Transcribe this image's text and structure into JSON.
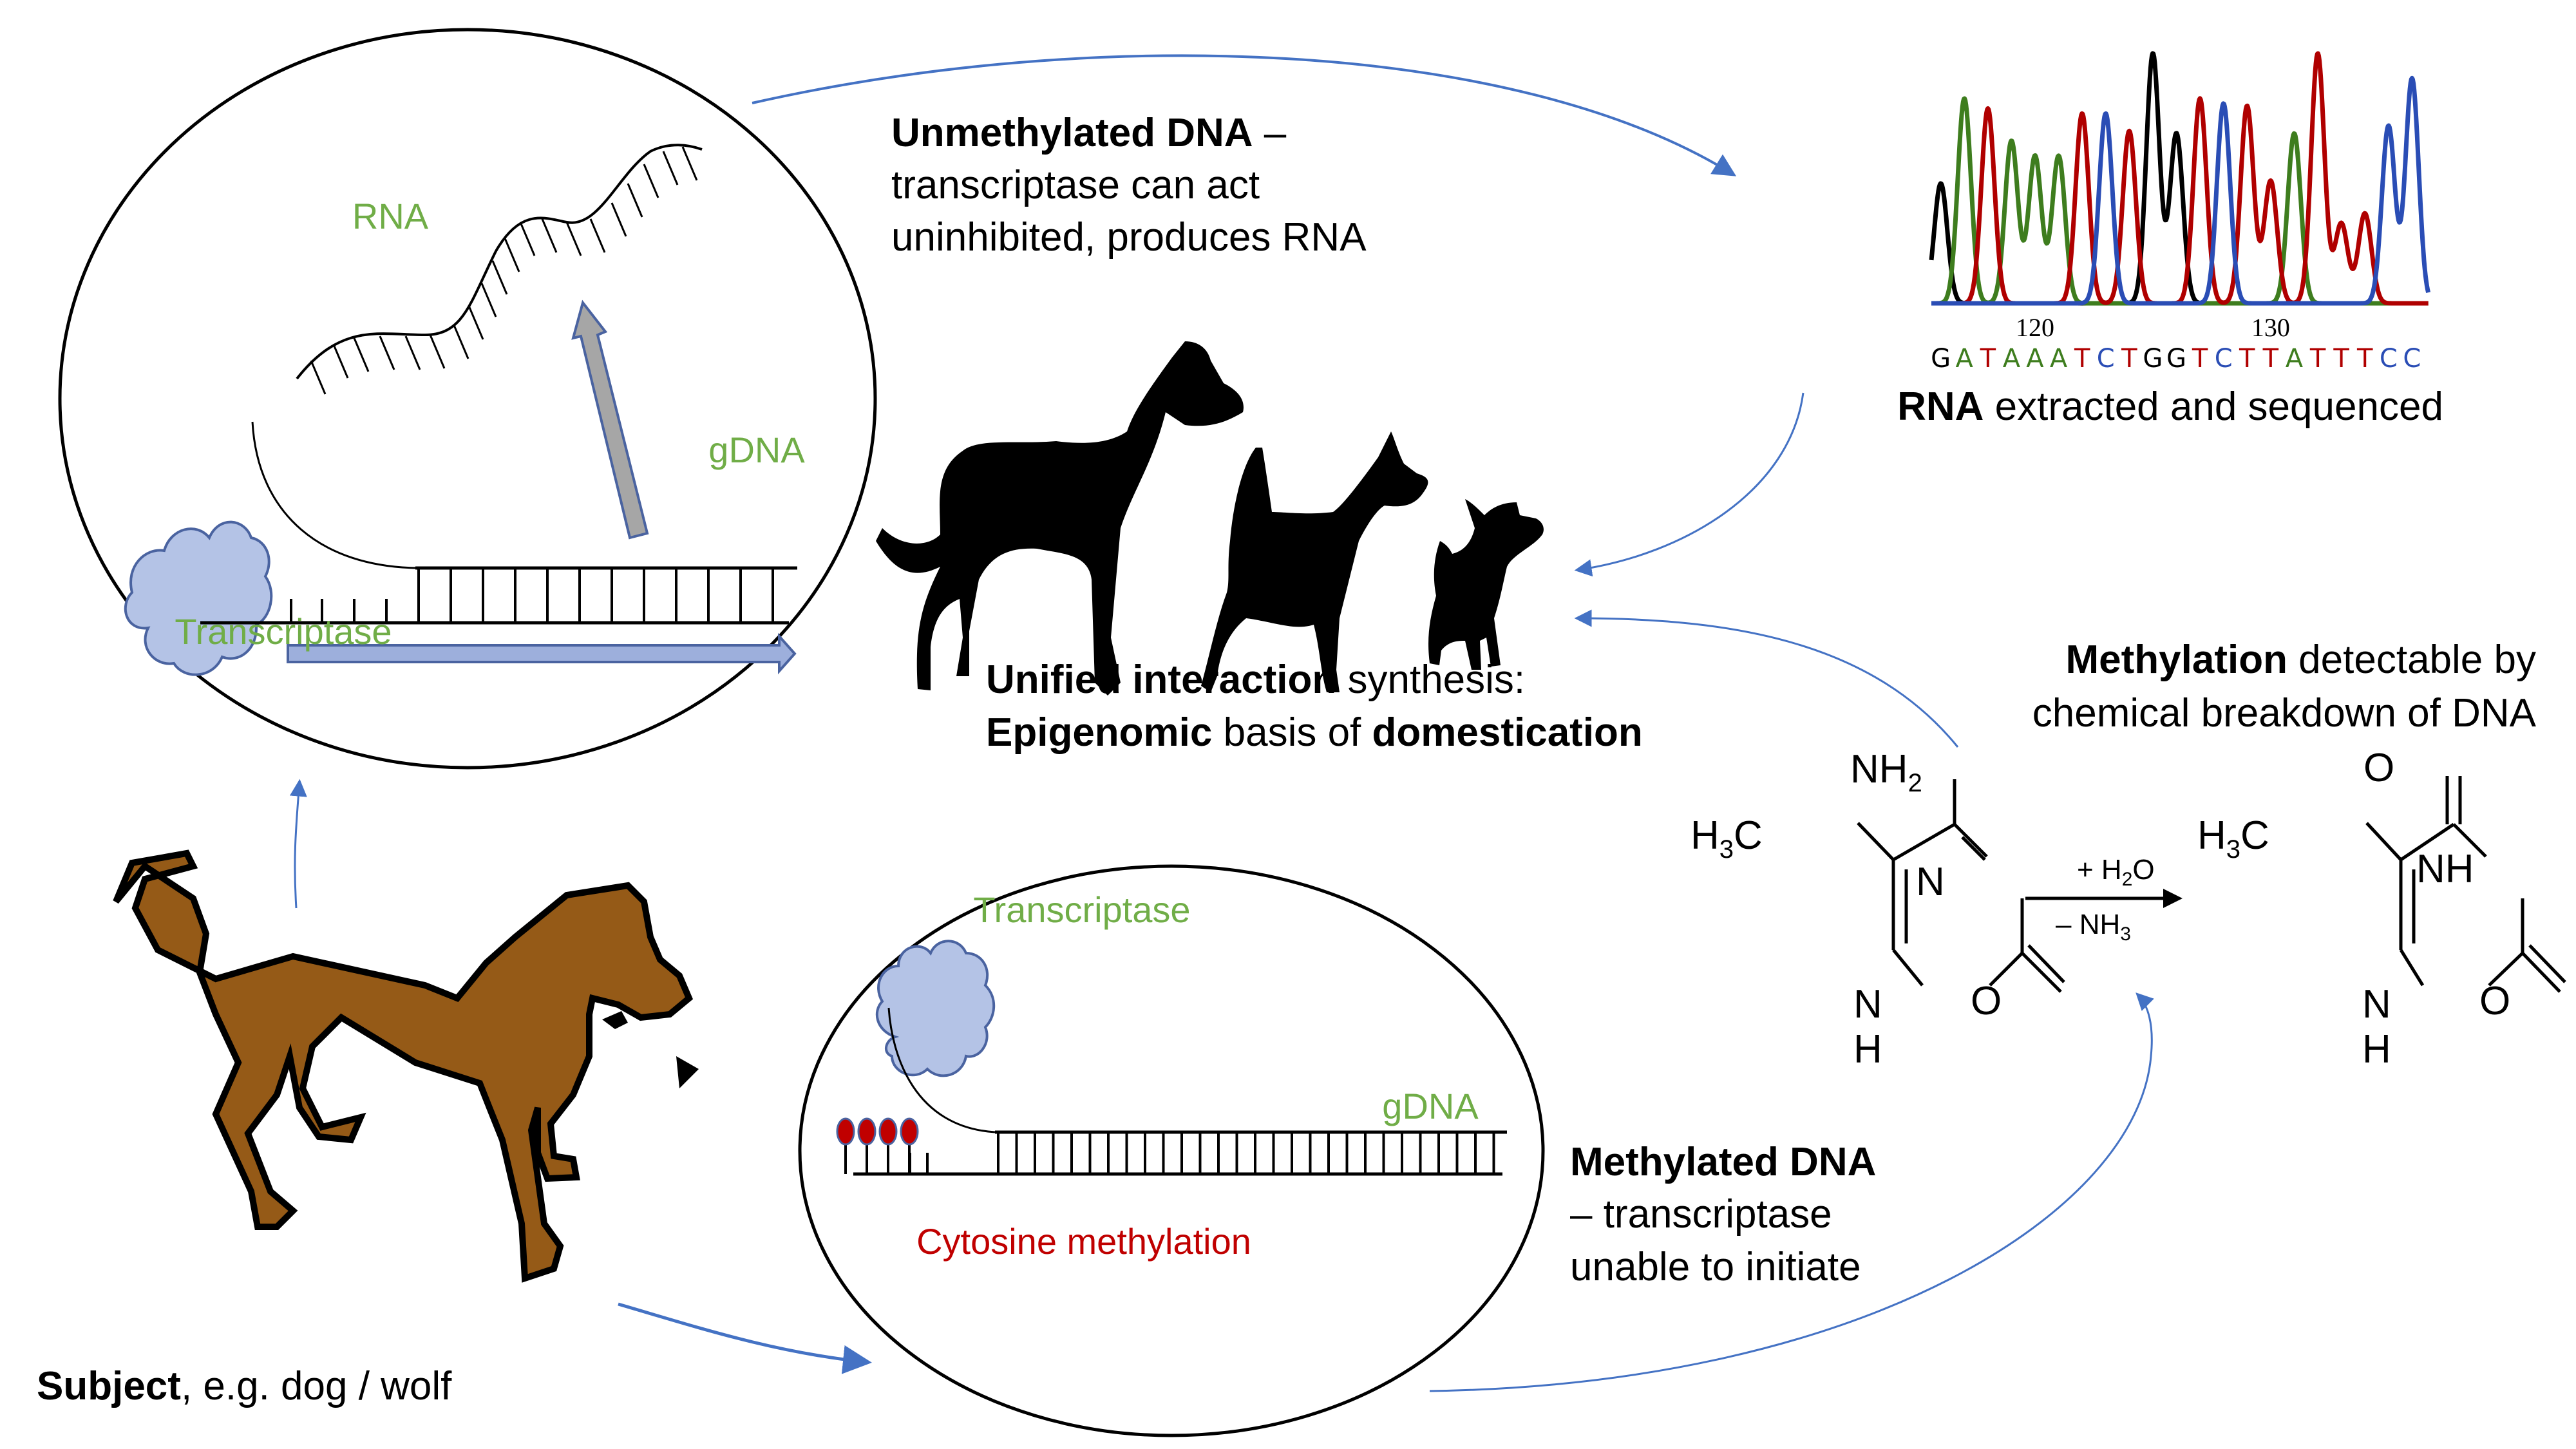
{
  "colors": {
    "green_label": "#70AD47",
    "red_label": "#C00000",
    "arrow_blue": "#4472C4",
    "enzyme_fill": "#B4C3E6",
    "dog_brown": "#955A17",
    "chrom_A": "#3E7D1E",
    "chrom_T": "#B00000",
    "chrom_C": "#2A4DB5",
    "chrom_G": "#000000"
  },
  "unmethylated_panel": {
    "rna_label": "RNA",
    "gdna_label": "gDNA",
    "enzyme_label": "Transcriptase"
  },
  "methylated_panel": {
    "enzyme_label": "Transcriptase",
    "gdna_label": "gDNA",
    "methyl_label": "Cytosine methylation"
  },
  "captions": {
    "unmethylated": {
      "bold": "Unmethylated DNA",
      "line1_rest": " –",
      "line2": "transcriptase can act",
      "line3": "uninhibited, produces RNA"
    },
    "sequencing": {
      "bold": "RNA",
      "rest": " extracted and sequenced"
    },
    "synthesis": {
      "line1_bold": "Unified interaction",
      "line1_rest": " synthesis:",
      "line2_bold1": "Epigenomic",
      "line2_mid": " basis of ",
      "line2_bold2": "domestication"
    },
    "detection": {
      "line1_bold": "Methylation",
      "line1_rest": " detectable by",
      "line2": "chemical breakdown of DNA"
    },
    "methylated": {
      "bold": "Methylated DNA",
      "line2": "– transcriptase",
      "line3": "unable to initiate"
    },
    "subject": {
      "bold": "Subject",
      "rest": ", e.g. dog / wolf"
    }
  },
  "chemistry": {
    "reactant": {
      "methyl": "H",
      "methyl_sub": "3",
      "methyl_c": "C",
      "amine": "NH",
      "amine_sub": "2",
      "ring_n": "N",
      "nh_n": "N",
      "nh_h": "H",
      "oxygen": "O"
    },
    "product": {
      "methyl": "H",
      "methyl_sub": "3",
      "methyl_c": "C",
      "top_o": "O",
      "nh": "NH",
      "nh_n": "N",
      "nh_h": "H",
      "oxygen": "O"
    },
    "reagent_add": "+ H",
    "reagent_add_sub": "2",
    "reagent_add_end": "O",
    "reagent_remove": "– NH",
    "reagent_remove_sub": "3"
  },
  "chart_data": {
    "type": "line",
    "title": "Sanger sequencing chromatogram",
    "xlabel": "",
    "ylabel": "",
    "x_ticks": [
      {
        "position": 120,
        "label": "120"
      },
      {
        "position": 130,
        "label": "130"
      }
    ],
    "base_calls": [
      "G",
      "A",
      "T",
      "A",
      "A",
      "A",
      "T",
      "C",
      "T",
      "G",
      "G",
      "T",
      "C",
      "T",
      "T",
      "A",
      "T",
      "T",
      "T",
      "C",
      "C"
    ],
    "base_positions": [
      116,
      117,
      118,
      119,
      120,
      121,
      122,
      123,
      124,
      125,
      126,
      127,
      128,
      129,
      130,
      131,
      132,
      133,
      134,
      135,
      136
    ],
    "base_colors": {
      "A": "#3E7D1E",
      "T": "#B00000",
      "C": "#2A4DB5",
      "G": "#000000"
    },
    "series": [
      {
        "name": "G",
        "peaks": [
          {
            "pos": 116,
            "height": 0.48
          },
          {
            "pos": 125,
            "height": 1.0
          },
          {
            "pos": 126,
            "height": 0.68
          }
        ]
      },
      {
        "name": "A",
        "peaks": [
          {
            "pos": 117,
            "height": 0.82
          },
          {
            "pos": 119,
            "height": 0.65
          },
          {
            "pos": 120,
            "height": 0.59
          },
          {
            "pos": 121,
            "height": 0.59
          },
          {
            "pos": 131,
            "height": 0.68
          }
        ]
      },
      {
        "name": "T",
        "peaks": [
          {
            "pos": 118,
            "height": 0.78
          },
          {
            "pos": 122,
            "height": 0.76
          },
          {
            "pos": 124,
            "height": 0.69
          },
          {
            "pos": 127,
            "height": 0.82
          },
          {
            "pos": 129,
            "height": 0.79
          },
          {
            "pos": 130,
            "height": 0.49
          },
          {
            "pos": 132,
            "height": 1.0
          },
          {
            "pos": 133,
            "height": 0.32
          },
          {
            "pos": 134,
            "height": 0.36
          }
        ]
      },
      {
        "name": "C",
        "peaks": [
          {
            "pos": 123,
            "height": 0.76
          },
          {
            "pos": 128,
            "height": 0.8
          },
          {
            "pos": 135,
            "height": 0.71
          },
          {
            "pos": 136,
            "height": 0.9
          }
        ]
      }
    ],
    "xlim": [
      115.6,
      136.7
    ],
    "ylim": [
      0,
      1.0
    ]
  }
}
